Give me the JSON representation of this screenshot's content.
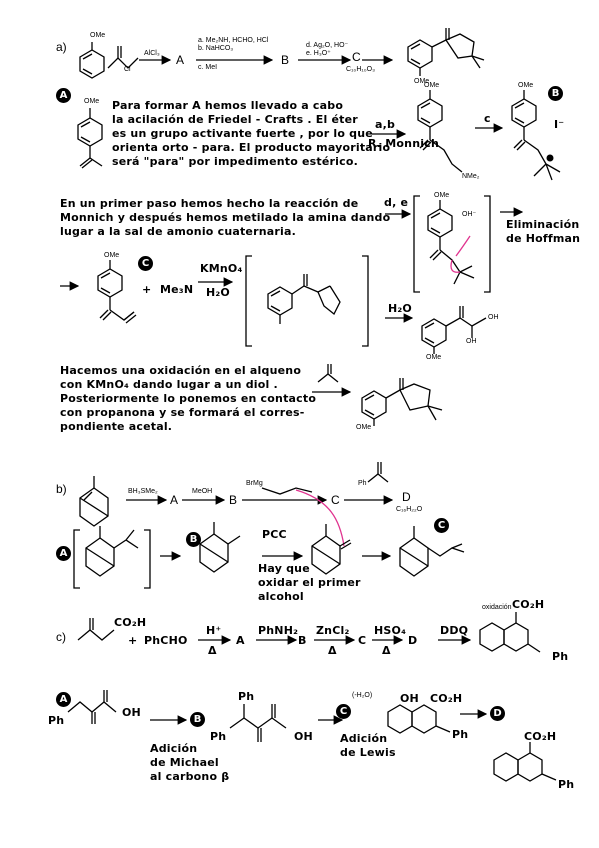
{
  "partA": {
    "label": "a)",
    "reagents": {
      "alcl3": "AlCl₃",
      "step_ab_1": "a. Me₂NH, HCHO, HCl",
      "step_ab_2": "b. NaHCO₃",
      "step_ab_3": "c. MeI",
      "step_bc_1": "d. Ag₂O, HO⁻",
      "step_bc_2": "e. H₃O⁺"
    },
    "compounds": {
      "A": "A",
      "B": "B",
      "C": "C",
      "C_formula": "C₁₀H₁₀O₃",
      "ome": "OMe",
      "cl": "Cl"
    },
    "badges": {
      "A": "A",
      "B": "B",
      "C": "C"
    },
    "note1": [
      "Para formar A hemos llevado a cabo",
      "la acilación de Friedel - Crafts . El éter",
      "es un grupo activante fuerte , por lo que",
      "orienta orto - para. El producto mayoritario",
      "será \"para\" por impedimento estérico."
    ],
    "ab_label": "a,b",
    "mannich": "R. Monnich",
    "c_label": "c",
    "iodide": "I⁻",
    "nme2": "NMe₂",
    "note2": [
      "En un primer paso hemos hecho la reacción de",
      "Monnich y después hemos metilado la amina dando",
      "lugar a la sal de amonio cuaternaria."
    ],
    "de_label": "d, e",
    "hydroxide": "OH⁻",
    "hoffman": [
      "Eliminación",
      "de Hoffman"
    ],
    "kmno4": "KMnO₄",
    "h2o": "H₂O",
    "me3n": "Me₃N",
    "plus": "+",
    "note3": [
      "Hacemos una oxidación en el alqueno",
      "con KMnO₄ dando lugar a un diol .",
      "Posteriormente lo ponemos en contacto",
      "con propanona y se formará el corres-",
      "pondiente acetal."
    ],
    "oh": "OH"
  },
  "partB": {
    "label": "b)",
    "bh3": "BH₃SMe₂",
    "meoh": "MeOH",
    "brmg": "BrMg",
    "ph": "Ph",
    "A": "A",
    "B": "B",
    "C": "C",
    "D": "D",
    "D_formula": "C₁₆H₂₂O",
    "pcc": "PCC",
    "pcc_note": [
      "Hay que",
      "oxidar el primer",
      "alcohol"
    ],
    "badges": {
      "A": "A",
      "B": "B",
      "C": "C"
    }
  },
  "partC": {
    "label": "c)",
    "co2h": "CO₂H",
    "phcho": "PhCHO",
    "h_plus": "H⁺",
    "delta": "Δ",
    "phnhnh2": "PhNH₂",
    "zncl2": "ZnCl₂",
    "hso4": "HSO₄",
    "ddq": "DDQ",
    "A": "A",
    "B": "B",
    "C": "C",
    "D": "D",
    "oxidation": "oxidación",
    "michael": [
      "Adición",
      "de Michael",
      "al carbono β"
    ],
    "lewis": [
      "Adición",
      "de Lewis"
    ],
    "minus_h2o": "(-H₂O)",
    "badges": {
      "A": "A",
      "B": "B",
      "C": "C",
      "D": "D"
    }
  }
}
